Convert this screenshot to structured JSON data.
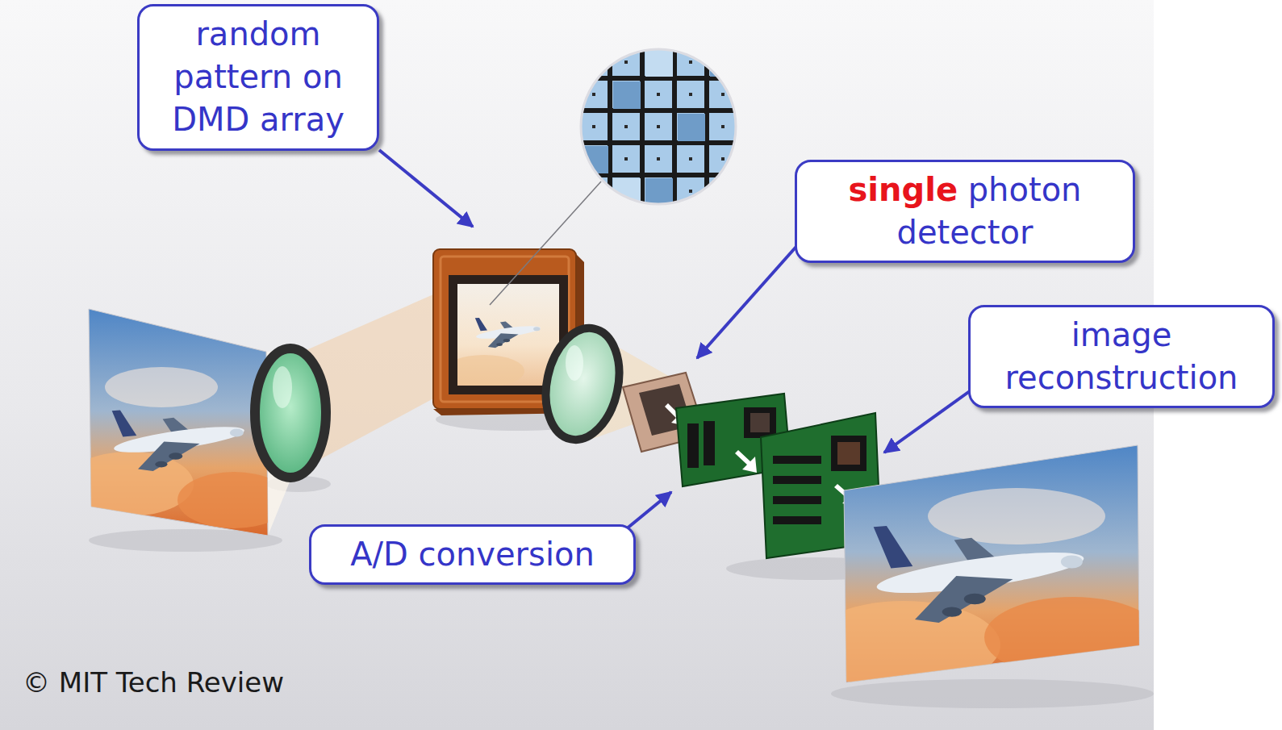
{
  "diagram": {
    "nodes": [
      {
        "text": [
          "random pattern on DMD array"
        ]
      },
      {
        "text": [
          "single photon detector"
        ]
      },
      {
        "text": [
          "image reconstruction"
        ]
      },
      {
        "text": [
          "A/D conversion"
        ]
      }
    ],
    "labels": [
      "© MIT Tech Review"
    ]
  }
}
